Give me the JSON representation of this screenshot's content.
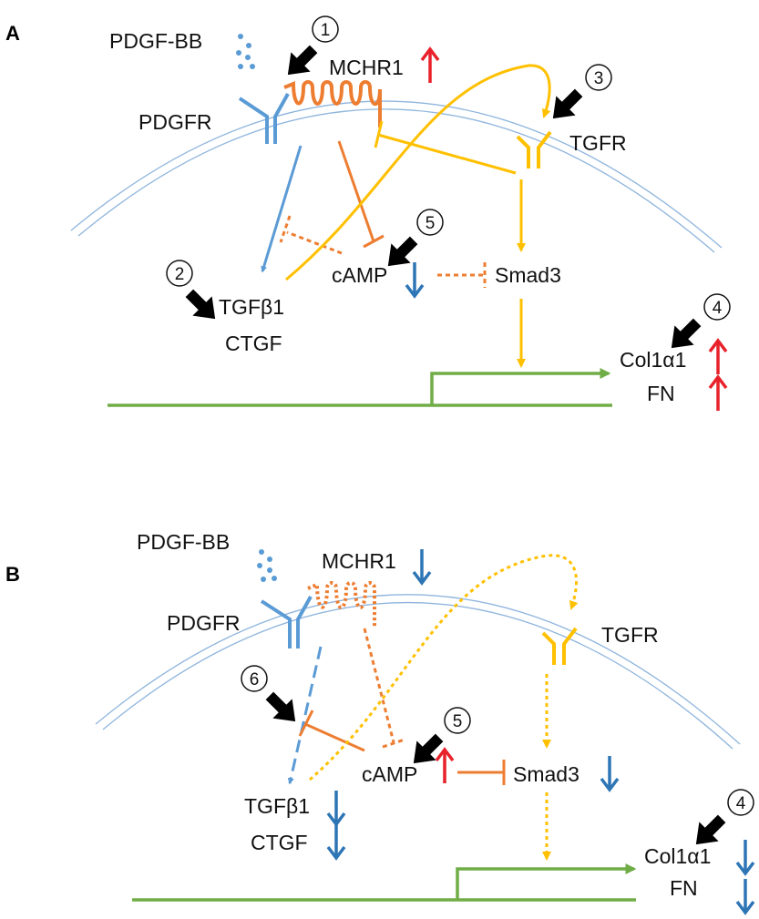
{
  "panel_a": {
    "letter": "A",
    "ligand": "PDGF-BB",
    "receptor_pdgfr": "PDGFR",
    "receptor_mchr1": "MCHR1",
    "receptor_tgfr": "TGFR",
    "cytokine_tgfb1": "TGFβ1",
    "cytokine_ctgf": "CTGF",
    "second_messenger": "cAMP",
    "smad": "Smad3",
    "target_col": "Col1α1",
    "target_fn": "FN",
    "steps": [
      "1",
      "2",
      "3",
      "4",
      "5"
    ]
  },
  "panel_b": {
    "letter": "B",
    "ligand": "PDGF-BB",
    "receptor_pdgfr": "PDGFR",
    "receptor_mchr1": "MCHR1",
    "receptor_tgfr": "TGFR",
    "cytokine_tgfb1": "TGFβ1",
    "cytokine_ctgf": "CTGF",
    "second_messenger": "cAMP",
    "smad": "Smad3",
    "target_col": "Col1α1",
    "target_fn": "FN",
    "steps": [
      "6",
      "5",
      "4"
    ]
  },
  "colors": {
    "pdgf": "#5b9bd5",
    "mchr1": "#ed7d31",
    "tgf": "#ffc000",
    "dna": "#70ad47",
    "up": "#e8212a",
    "down": "#2e75b6",
    "pointer": "#000000"
  }
}
